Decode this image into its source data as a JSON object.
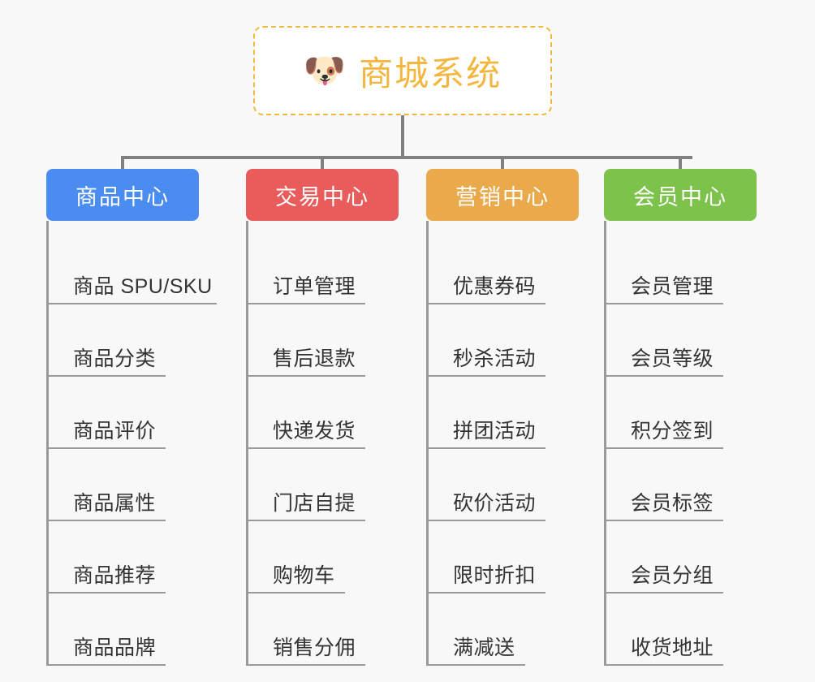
{
  "background_color": "#f8f8f8",
  "root": {
    "icon": "dog-face-emoji",
    "icon_glyph": "🐶",
    "title": "商城系统",
    "title_color": "#f3b63f",
    "border_color": "#f3b63f",
    "border_style": "dashed",
    "fill_color": "#ffffff"
  },
  "connector_color": "#808080",
  "categories": [
    {
      "label": "商品中心",
      "color": "#4a8cf0",
      "items": [
        "商品 SPU/SKU",
        "商品分类",
        "商品评价",
        "商品属性",
        "商品推荐",
        "商品品牌"
      ]
    },
    {
      "label": "交易中心",
      "color": "#e85c5c",
      "items": [
        "订单管理",
        "售后退款",
        "快递发货",
        "门店自提",
        "购物车",
        "销售分佣"
      ]
    },
    {
      "label": "营销中心",
      "color": "#eaa94a",
      "items": [
        "优惠券码",
        "秒杀活动",
        "拼团活动",
        "砍价活动",
        "限时折扣",
        "满减送"
      ]
    },
    {
      "label": "会员中心",
      "color": "#7cc24b",
      "items": [
        "会员管理",
        "会员等级",
        "积分签到",
        "会员标签",
        "会员分组",
        "收货地址"
      ]
    }
  ]
}
